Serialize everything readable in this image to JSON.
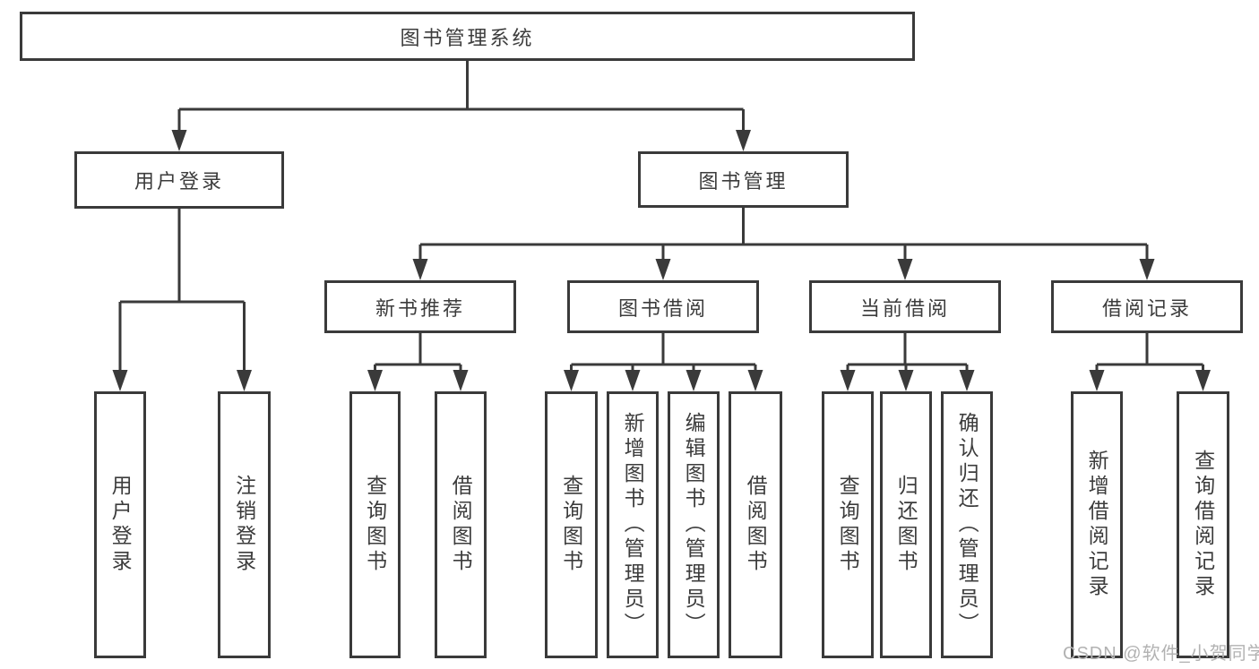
{
  "diagram": {
    "root": {
      "label": "图书管理系统"
    },
    "branches": [
      {
        "label": "用户登录"
      },
      {
        "label": "图书管理"
      }
    ],
    "modules": [
      {
        "label": "新书推荐"
      },
      {
        "label": "图书借阅"
      },
      {
        "label": "当前借阅"
      },
      {
        "label": "借阅记录"
      }
    ],
    "leaves": [
      {
        "label": "用户登录"
      },
      {
        "label": "注销登录"
      },
      {
        "label": "查询图书"
      },
      {
        "label": "借阅图书"
      },
      {
        "label": "查询图书"
      },
      {
        "label": "新增图书（管理员）"
      },
      {
        "label": "编辑图书（管理员）"
      },
      {
        "label": "借阅图书"
      },
      {
        "label": "查询图书"
      },
      {
        "label": "归还图书"
      },
      {
        "label": "确认归还（管理员）"
      },
      {
        "label": "新增借阅记录"
      },
      {
        "label": "查询借阅记录"
      }
    ],
    "watermark": "CSDN @软件_小贺同学",
    "colors": {
      "line": "#3a3a3a",
      "text": "#3c3c3c",
      "watermark": "#b2b2b2"
    }
  }
}
